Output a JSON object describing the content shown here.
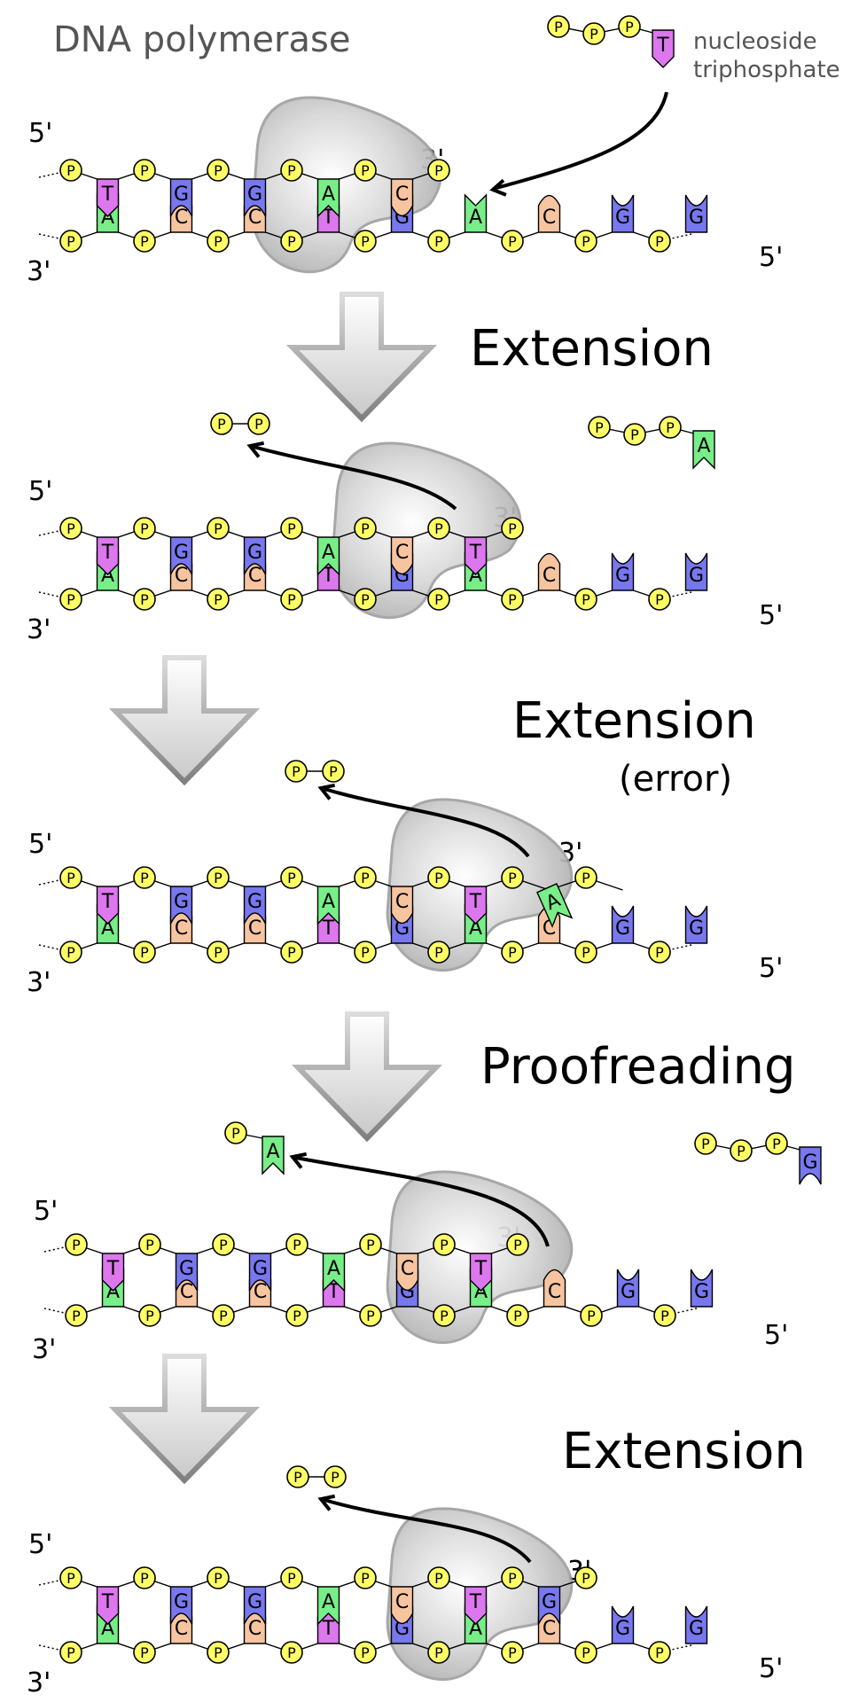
{
  "title": "DNA polymerase",
  "legend": {
    "line1": "nucleoside",
    "line2": "triphosphate",
    "base": "T",
    "phosphate": "P"
  },
  "end_labels": {
    "five": "5'",
    "three": "3'"
  },
  "steps": [
    {
      "label": "Extension",
      "sublabel": ""
    },
    {
      "label": "Extension",
      "sublabel": "(error)"
    },
    {
      "label": "Proofreading",
      "sublabel": ""
    },
    {
      "label": "Extension",
      "sublabel": ""
    }
  ],
  "colors": {
    "T": "#dd77ee",
    "A": "#77ee88",
    "G": "#7777ee",
    "C": "#f7c4a0",
    "phosphate": "#ffff66",
    "polymerase": "#bbbbbb"
  },
  "template_strand": [
    "A",
    "C",
    "C",
    "T",
    "G",
    "A",
    "C",
    "G",
    "G"
  ],
  "stages": [
    {
      "top_strand": [
        "T",
        "G",
        "G",
        "A",
        "C"
      ],
      "free_nucleotide": {
        "base": "T",
        "phosphates": 3
      },
      "released_pyrophosphate": false
    },
    {
      "top_strand": [
        "T",
        "G",
        "G",
        "A",
        "C",
        "T"
      ],
      "free_nucleotide": {
        "base": "A",
        "phosphates": 3
      },
      "released_pyrophosphate": true
    },
    {
      "top_strand": [
        "T",
        "G",
        "G",
        "A",
        "C",
        "T",
        "A"
      ],
      "mismatch": "A",
      "released_pyrophosphate": true
    },
    {
      "top_strand": [
        "T",
        "G",
        "G",
        "A",
        "C",
        "T"
      ],
      "free_nucleotide": {
        "base": "G",
        "phosphates": 3
      },
      "excised": {
        "base": "A",
        "phosphates": 1
      }
    },
    {
      "top_strand": [
        "T",
        "G",
        "G",
        "A",
        "C",
        "T",
        "G"
      ],
      "released_pyrophosphate": true
    }
  ]
}
